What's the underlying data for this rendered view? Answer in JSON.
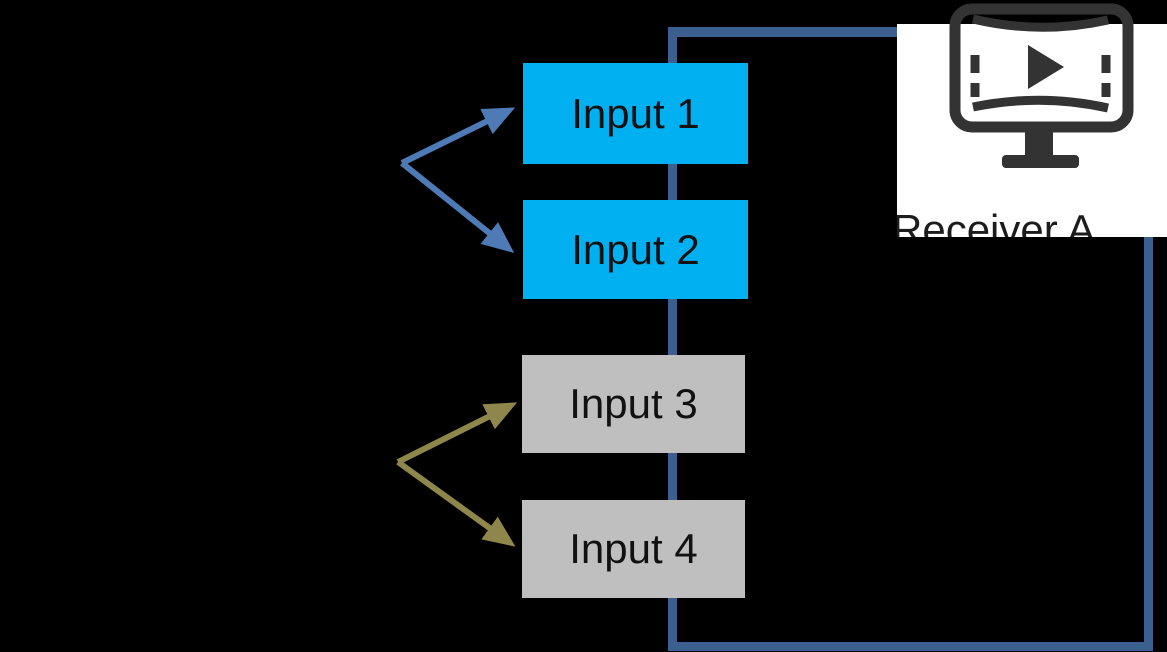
{
  "diagram": {
    "inputs": [
      {
        "id": "input-1",
        "label": "Input 1",
        "group": "blue-source",
        "fill": "#00b0f0"
      },
      {
        "id": "input-2",
        "label": "Input 2",
        "group": "blue-source",
        "fill": "#00b0f0"
      },
      {
        "id": "input-3",
        "label": "Input 3",
        "group": "olive-source",
        "fill": "#bfbfbf"
      },
      {
        "id": "input-4",
        "label": "Input 4",
        "group": "olive-source",
        "fill": "#bfbfbf"
      }
    ],
    "receiver": {
      "label": "Receiver A",
      "icon": "video-monitor-icon"
    },
    "colors": {
      "background": "#000000",
      "connector_line": "#3b5f8f",
      "blue_arrow": "#4e7ab5",
      "olive_arrow": "#8f864c",
      "input_active_fill": "#00b0f0",
      "input_inactive_fill": "#bfbfbf",
      "label_text": "#111111",
      "receiver_card_bg": "#ffffff",
      "icon_color": "#333333"
    }
  }
}
